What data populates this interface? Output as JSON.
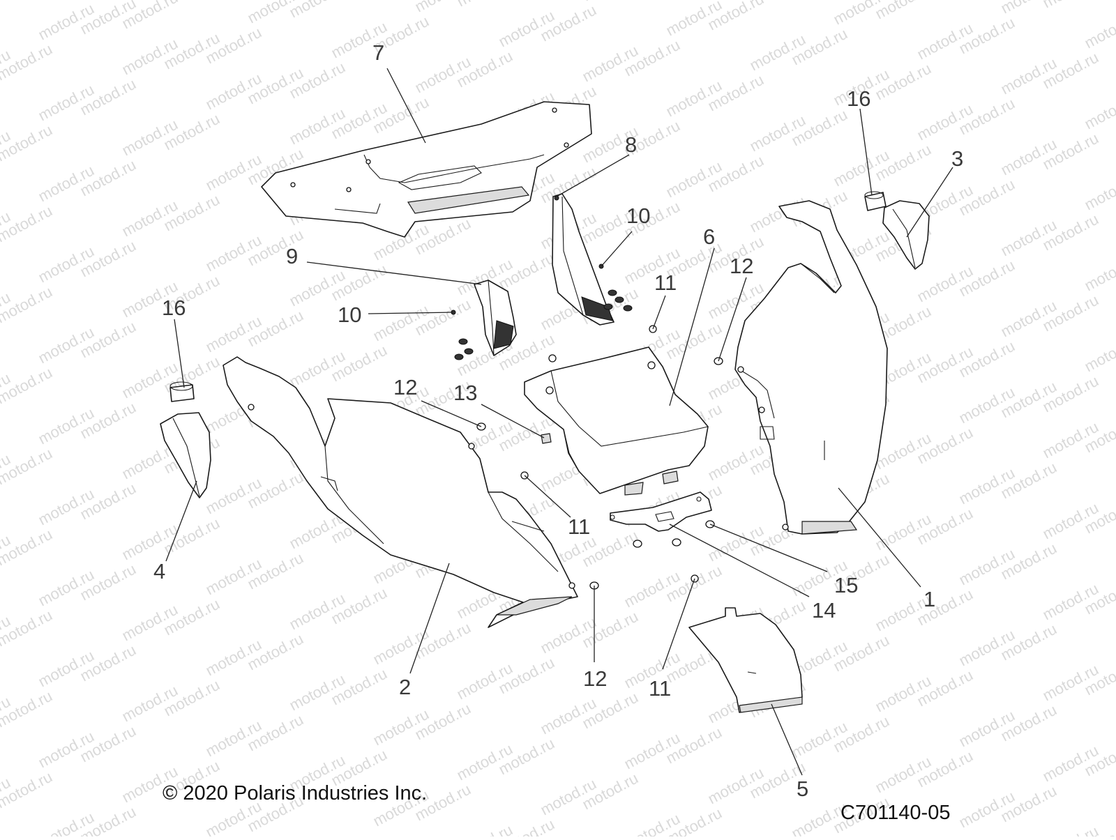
{
  "watermark": {
    "text": "motod.ru",
    "color": "#d9d9d9"
  },
  "copyright": "© 2020 Polaris Industries Inc.",
  "diagram_code": "C701140-05",
  "callouts": [
    {
      "id": "c7",
      "label": "7"
    },
    {
      "id": "c8",
      "label": "8"
    },
    {
      "id": "c10a",
      "label": "10"
    },
    {
      "id": "c9",
      "label": "9"
    },
    {
      "id": "c10b",
      "label": "10"
    },
    {
      "id": "c16a",
      "label": "16"
    },
    {
      "id": "c3",
      "label": "3"
    },
    {
      "id": "c6",
      "label": "6"
    },
    {
      "id": "c12a",
      "label": "12"
    },
    {
      "id": "c11a",
      "label": "11"
    },
    {
      "id": "c16b",
      "label": "16"
    },
    {
      "id": "c12b",
      "label": "12"
    },
    {
      "id": "c13",
      "label": "13"
    },
    {
      "id": "c11b",
      "label": "11"
    },
    {
      "id": "c4",
      "label": "4"
    },
    {
      "id": "c15",
      "label": "15"
    },
    {
      "id": "c14",
      "label": "14"
    },
    {
      "id": "c1",
      "label": "1"
    },
    {
      "id": "c2",
      "label": "2"
    },
    {
      "id": "c12c",
      "label": "12"
    },
    {
      "id": "c11c",
      "label": "11"
    },
    {
      "id": "c5",
      "label": "5"
    }
  ]
}
